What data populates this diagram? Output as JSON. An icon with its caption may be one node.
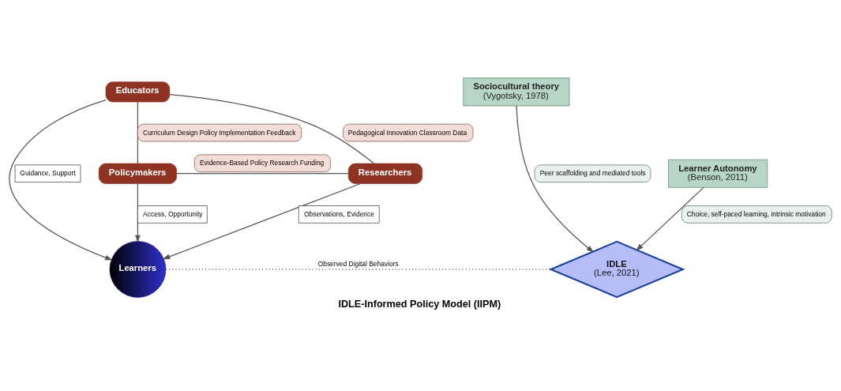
{
  "diagram": {
    "caption": "IDLE-Informed Policy Model (IIPM)",
    "nodes": [
      {
        "text": [
          "Educators"
        ]
      },
      {
        "text": [
          "Learners"
        ]
      },
      {
        "text": [
          "Policymakers"
        ]
      },
      {
        "text": [
          "Researchers"
        ]
      },
      {
        "text": [
          "IDLE",
          "(Lee, 2021)"
        ]
      },
      {
        "text": [
          "Sociocultural theory",
          "(Vygotsky, 1978)"
        ]
      },
      {
        "text": [
          "Learner Autonomy",
          "(Benson, 2011)"
        ]
      }
    ],
    "edges": [
      {
        "from": 0,
        "to": 1,
        "arrow": "to",
        "label": "Guidance, Support"
      },
      {
        "from": 0,
        "to": 2,
        "arrow": "none",
        "label": "Curriculum Design Policy Implementation Feedback"
      },
      {
        "from": 0,
        "to": 3,
        "arrow": "none",
        "label": "Pedagogical Innovation Classroom Data"
      },
      {
        "from": 2,
        "to": 1,
        "arrow": "to",
        "label": "Access, Opportunity"
      },
      {
        "from": 3,
        "to": 1,
        "arrow": "to",
        "label": "Observations, Evidence"
      },
      {
        "from": 2,
        "to": 3,
        "arrow": "none",
        "label": "Evidence-Based Policy Research Funding"
      },
      {
        "from": 1,
        "to": 4,
        "arrow": "none",
        "label": "Observed Digital Behaviors",
        "style": "dashed"
      },
      {
        "from": 5,
        "to": 4,
        "arrow": "to",
        "label": "Peer scaffolding and mediated tools"
      },
      {
        "from": 6,
        "to": 4,
        "arrow": "to",
        "label": "Choice, self-paced learning, intrinsic motivation"
      }
    ]
  }
}
